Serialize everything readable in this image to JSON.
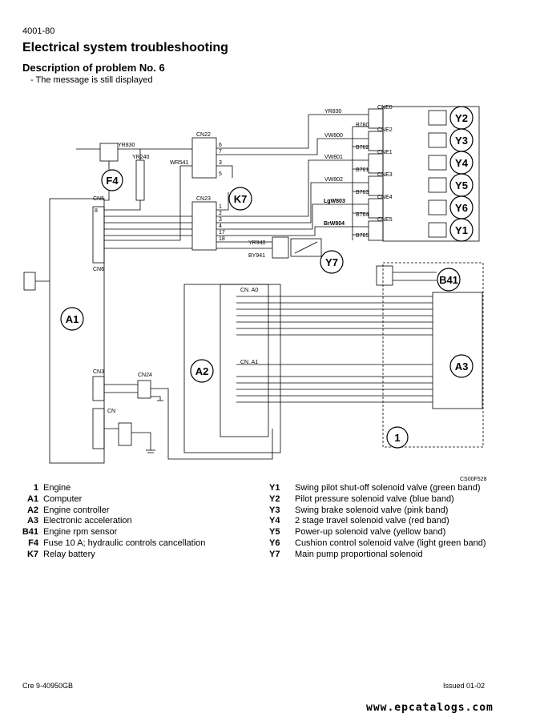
{
  "header": {
    "page_number": "4001-80",
    "title": "Electrical system troubleshooting",
    "section_title": "Description of problem No. 6",
    "section_subtitle": "- The message is still displayed"
  },
  "diagram": {
    "figure_code": "CS00F528",
    "components": {
      "y2": "Y2",
      "y3": "Y3",
      "y4": "Y4",
      "y5": "Y5",
      "y6": "Y6",
      "y1": "Y1",
      "y7": "Y7",
      "f4": "F4",
      "k7": "K7",
      "a1": "A1",
      "a2": "A2",
      "a3": "A3",
      "b41": "B41",
      "engine": "1"
    },
    "connectors": {
      "cne0": "CNE0",
      "cne2": "CNE2",
      "cne1": "CNE1",
      "cne3": "CNE3",
      "cne4": "CNE4",
      "cne5": "CNE5",
      "cn22": "CN22",
      "cn23": "CN23",
      "cn5": "CN5",
      "cn6": "CN6",
      "cn3": "CN3",
      "cn24": "CN24",
      "cn": "CN",
      "cn_a0": "CN. A0",
      "cn_a1": "CN. A1"
    },
    "wires": {
      "yr830_top": "YR830",
      "yr830_left": "YR830",
      "yr240": "YR240",
      "wr541": "WR541",
      "vw800": "VW800",
      "vw801": "VW801",
      "vw802": "VW802",
      "lgw803": "LgW803",
      "brw804": "BrW804",
      "b780": "B780",
      "b762": "B762",
      "b761": "B761",
      "b763": "B763",
      "b764": "B764",
      "b765": "B765",
      "yr940": "YR940",
      "by941": "BY941"
    },
    "pins": {
      "cn22_6": "6",
      "cn22_7": "7",
      "cn22_3": "3",
      "cn22_5": "5",
      "cn23_1": "1",
      "cn23_2": "2",
      "cn23_3": "3",
      "cn23_4": "4",
      "cn23_17": "17",
      "cn23_18": "18",
      "cn5_8": "8"
    }
  },
  "legend_left": [
    {
      "code": "1",
      "desc": "Engine"
    },
    {
      "code": "A1",
      "desc": "Computer"
    },
    {
      "code": "A2",
      "desc": "Engine controller"
    },
    {
      "code": "A3",
      "desc": "Electronic acceleration"
    },
    {
      "code": "B41",
      "desc": "Engine rpm sensor"
    },
    {
      "code": "F4",
      "desc": "Fuse 10 A; hydraulic controls cancellation"
    },
    {
      "code": "K7",
      "desc": "Relay battery"
    }
  ],
  "legend_right": [
    {
      "code": "Y1",
      "desc": "Swing pilot shut-off solenoid valve (green band)"
    },
    {
      "code": "Y2",
      "desc": "Pilot pressure solenoid valve (blue band)"
    },
    {
      "code": "Y3",
      "desc": "Swing brake solenoid valve (pink band)"
    },
    {
      "code": "Y4",
      "desc": "2 stage travel solenoid valve (red band)"
    },
    {
      "code": "Y5",
      "desc": "Power-up solenoid valve (yellow band)"
    },
    {
      "code": "Y6",
      "desc": "Cushion control solenoid valve (light green band)"
    },
    {
      "code": "Y7",
      "desc": "Main pump proportional solenoid"
    }
  ],
  "footer": {
    "doc_code": "Cre  9-40950GB",
    "issue": "Issued 01-02",
    "watermark": "www.epcatalogs.com"
  }
}
